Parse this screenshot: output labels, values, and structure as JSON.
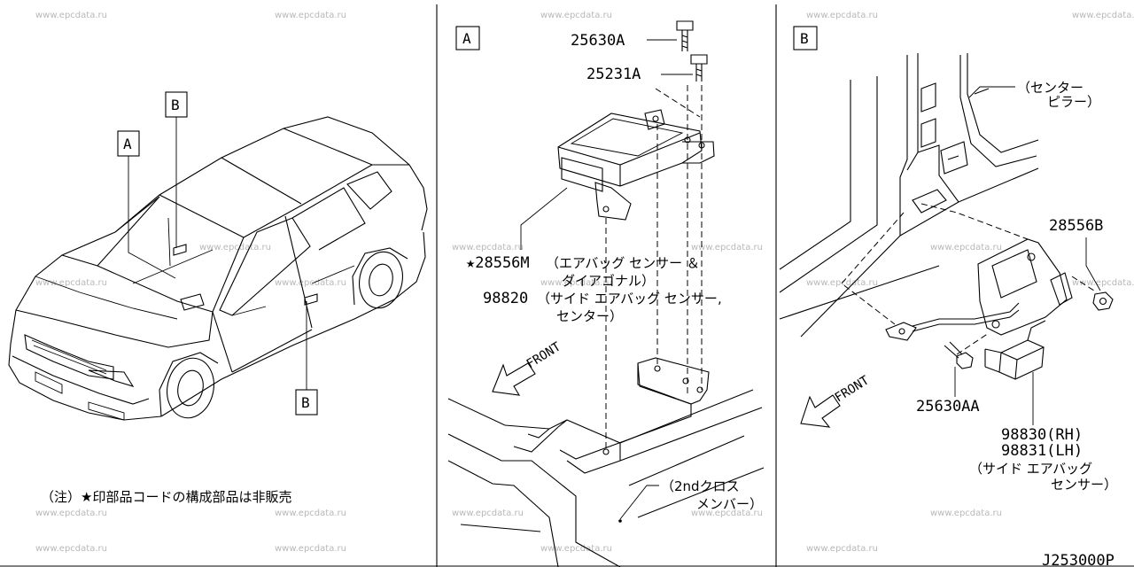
{
  "watermark": "www.epcdata.ru",
  "sections": {
    "a": "A",
    "b": "B"
  },
  "overview": {
    "callout_a": "A",
    "callout_b_top": "B",
    "callout_b_bottom": "B",
    "note": "（注）★印部品コードの構成部品は非販売"
  },
  "panel_a": {
    "bolt_1": "25630A",
    "bolt_2": "25231A",
    "sensor_part": "★28556M",
    "sensor_desc_1": "（エアバッグ センサー ＆",
    "sensor_desc_2": "ダイアゴナル）",
    "side_sensor_part": "98820",
    "side_sensor_desc_1": "（サイド エアバッグ センサー,",
    "side_sensor_desc_2": "センター）",
    "front": "FRONT",
    "member_1": "（2ndクロス",
    "member_2": "メンバー）"
  },
  "panel_b": {
    "pillar_1": "（センター",
    "pillar_2": "ピラー）",
    "nut": "28556B",
    "bolt": "25630AA",
    "sensor_rh": "98830(RH)",
    "sensor_lh": "98831(LH)",
    "sensor_desc_1": "（サイド エアバッグ",
    "sensor_desc_2": "センサー）",
    "front": "FRONT"
  },
  "diagram_code": "J253000P",
  "icons": [
    "star-icon",
    "front-arrow-icon"
  ]
}
